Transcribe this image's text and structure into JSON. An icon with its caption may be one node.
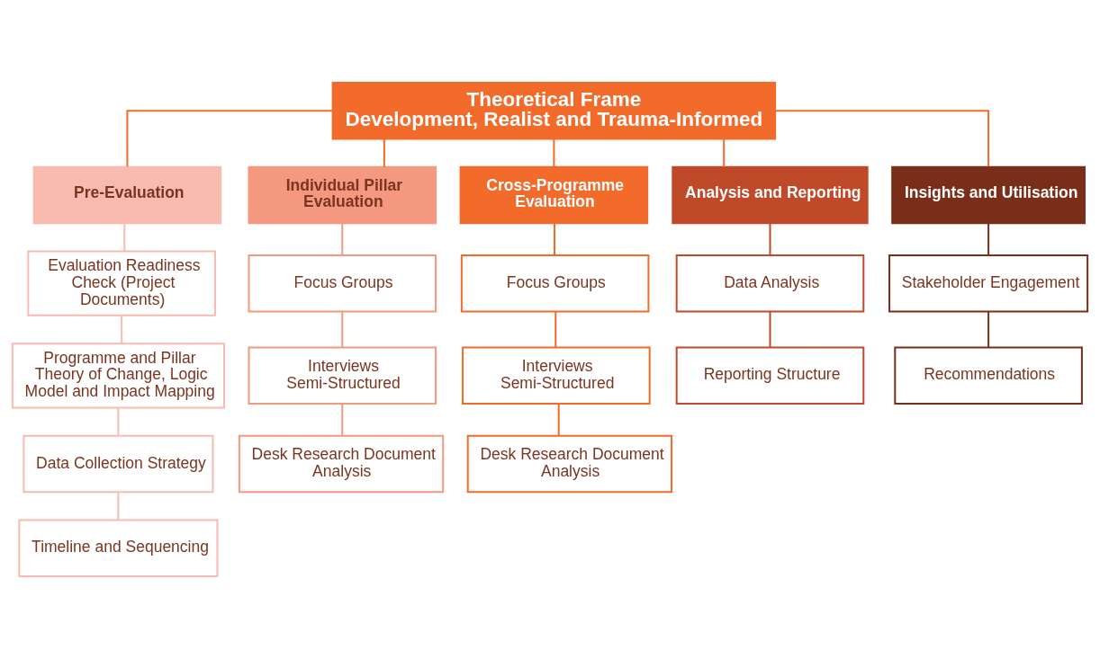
{
  "diagram": {
    "nodes": [
      {
        "text": [
          "Theoretical Frame",
          "Development, Realist and Trauma-Informed"
        ]
      },
      {
        "text": [
          "Pre-Evaluation"
        ]
      },
      {
        "text": [
          "Individual Pillar Evaluation"
        ]
      },
      {
        "text": [
          "Cross-Programme Evaluation"
        ]
      },
      {
        "text": [
          "Analysis and Reporting"
        ]
      },
      {
        "text": [
          "Insights and Utilisation"
        ]
      },
      {
        "text": [
          "Evaluation Readiness Check (Project Documents)"
        ]
      },
      {
        "text": [
          "Programme and Pillar Theory of Change, Logic Model and Impact Mapping"
        ]
      },
      {
        "text": [
          "Data Collection Strategy"
        ]
      },
      {
        "text": [
          "Timeline and Sequencing"
        ]
      },
      {
        "text": [
          "Focus Groups"
        ]
      },
      {
        "text": [
          "Interviews Semi-Structured"
        ]
      },
      {
        "text": [
          "Desk Research Document Analysis"
        ]
      },
      {
        "text": [
          "Focus Groups"
        ]
      },
      {
        "text": [
          "Interviews Semi-Structured"
        ]
      },
      {
        "text": [
          "Desk Research Document Analysis"
        ]
      },
      {
        "text": [
          "Data Analysis"
        ]
      },
      {
        "text": [
          "Reporting Structure"
        ]
      },
      {
        "text": [
          "Stakeholder Engagement"
        ]
      },
      {
        "text": [
          "Recommendations"
        ]
      }
    ],
    "edges": [
      {
        "from": 0,
        "to": 1,
        "arrow": "none"
      },
      {
        "from": 0,
        "to": 2,
        "arrow": "none"
      },
      {
        "from": 0,
        "to": 3,
        "arrow": "none"
      },
      {
        "from": 0,
        "to": 4,
        "arrow": "none"
      },
      {
        "from": 0,
        "to": 5,
        "arrow": "none"
      },
      {
        "from": 1,
        "to": 6,
        "arrow": "none",
        "color": "#f9bab0"
      },
      {
        "from": 6,
        "to": 7,
        "arrow": "none",
        "color": "#f9bab0"
      },
      {
        "from": 7,
        "to": 8,
        "arrow": "none",
        "color": "#f9bab0"
      },
      {
        "from": 8,
        "to": 9,
        "arrow": "none",
        "color": "#f9bab0"
      },
      {
        "from": 2,
        "to": 10,
        "arrow": "none",
        "color": "#f4987f"
      },
      {
        "from": 10,
        "to": 11,
        "arrow": "none",
        "color": "#f4987f"
      },
      {
        "from": 11,
        "to": 12,
        "arrow": "none",
        "color": "#f4987f"
      },
      {
        "from": 3,
        "to": 13,
        "arrow": "none"
      },
      {
        "from": 13,
        "to": 14,
        "arrow": "none"
      },
      {
        "from": 14,
        "to": 15,
        "arrow": "none"
      },
      {
        "from": 4,
        "to": 16,
        "arrow": "none",
        "color": "#c0492a"
      },
      {
        "from": 16,
        "to": 17,
        "arrow": "none",
        "color": "#c0492a"
      },
      {
        "from": 5,
        "to": 18,
        "arrow": "none",
        "color": "#7a2e1a"
      },
      {
        "from": 18,
        "to": 19,
        "arrow": "none",
        "color": "#7a2e1a"
      }
    ]
  }
}
